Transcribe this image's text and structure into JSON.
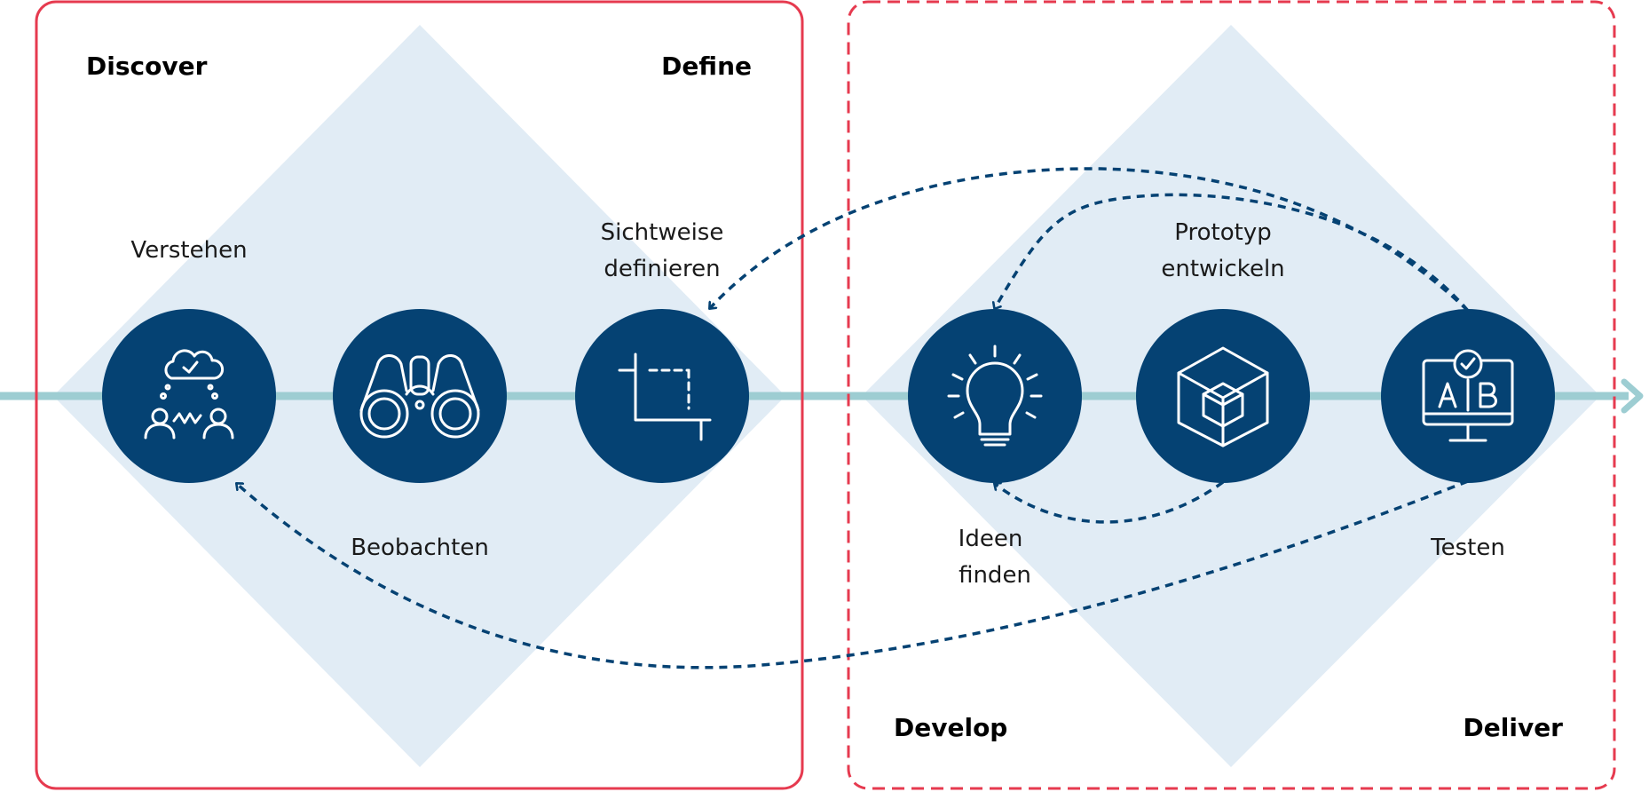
{
  "colors": {
    "diamond": "#e1ecf5",
    "axis": "#9dcdd2",
    "frame": "#e63a4f",
    "circle": "#054273",
    "arrow": "#054273",
    "icon": "#ffffff"
  },
  "phases": {
    "discover": "Discover",
    "define": "Define",
    "develop": "Develop",
    "deliver": "Deliver"
  },
  "steps": {
    "verstehen": "Verstehen",
    "beobachten": "Beobachten",
    "sichtweise_1": "Sichtweise",
    "sichtweise_2": "definieren",
    "ideen_1": "Ideen",
    "ideen_2": "finden",
    "prototyp_1": "Prototyp",
    "prototyp_2": "entwickeln",
    "testen": "Testen"
  },
  "icons": {
    "verstehen": "people-thought-cloud-icon",
    "beobachten": "binoculars-icon",
    "sichtweise": "crop-icon",
    "ideen": "lightbulb-icon",
    "prototyp": "3d-cube-icon",
    "testen": "ab-test-monitor-icon"
  }
}
